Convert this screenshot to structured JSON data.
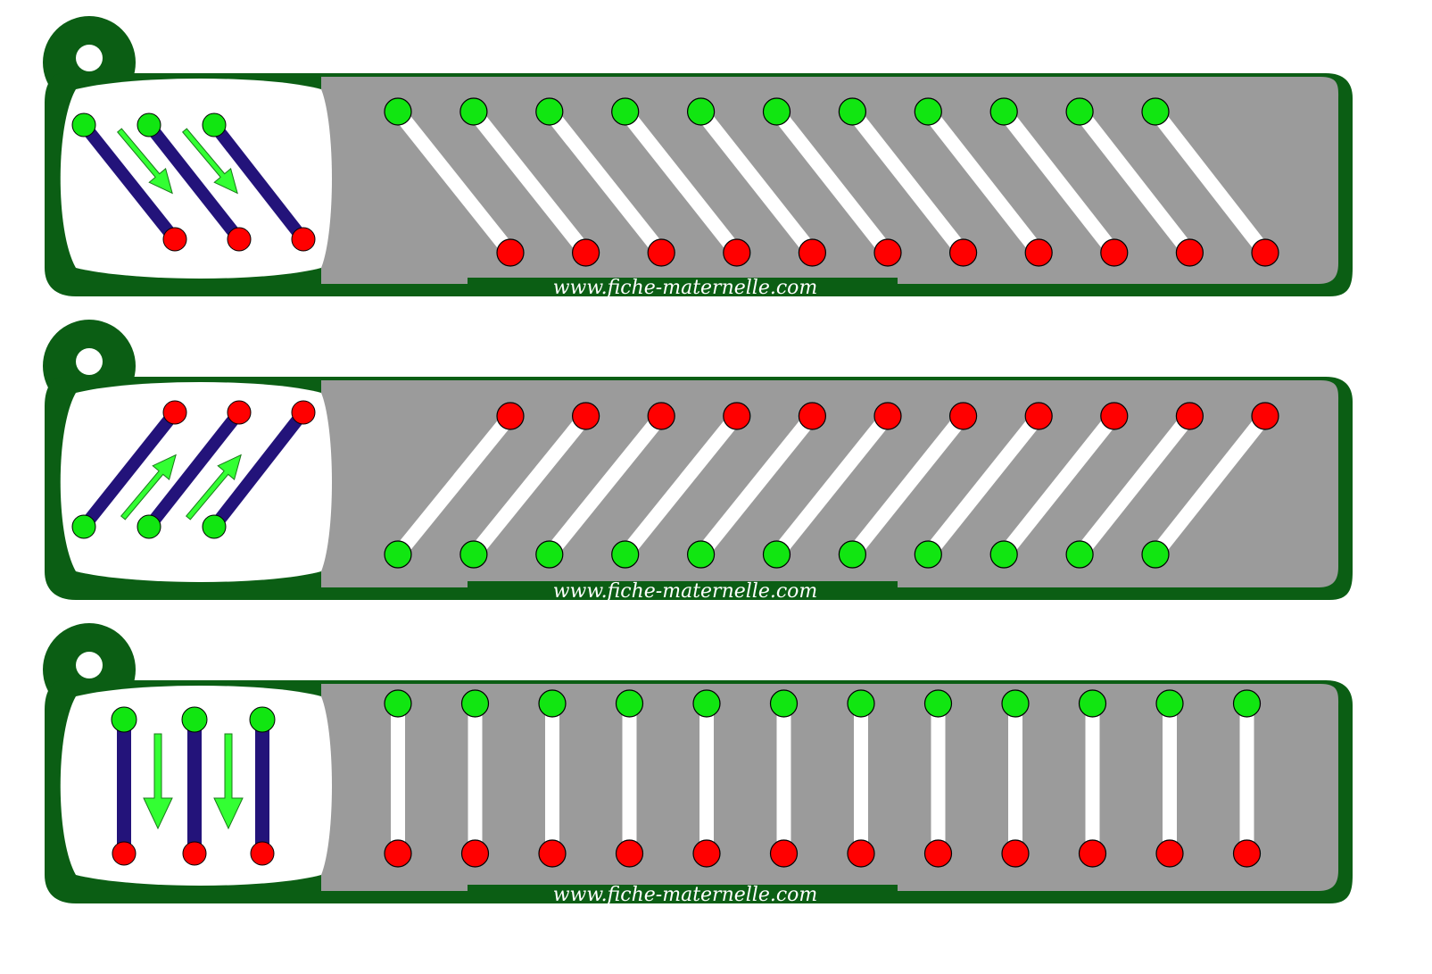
{
  "colors": {
    "frame": "#0b5e14",
    "track": "#9b9b9b",
    "card": "#ffffff",
    "start_dot": "#11e611",
    "end_dot": "#ff0000",
    "example_line": "#23137a",
    "arrow": "#33ff33",
    "stroke_path": "#ffffff"
  },
  "legend": {
    "start_dot": "green dot = start point",
    "end_dot": "red dot = end point"
  },
  "strips": [
    {
      "id": "strip-diagonal-down",
      "watermark": "www.fiche-maternelle.com",
      "stroke_direction": "diagonal top-left to bottom-right",
      "example_strokes": 3,
      "example_arrows": 2,
      "practice_strokes": 11,
      "tag_icon": "keyring-hole-icon",
      "arrow_icon": "arrow-down-right-icon"
    },
    {
      "id": "strip-diagonal-up",
      "watermark": "www.fiche-maternelle.com",
      "stroke_direction": "diagonal bottom-left to top-right",
      "example_strokes": 3,
      "example_arrows": 2,
      "practice_strokes": 11,
      "tag_icon": "keyring-hole-icon",
      "arrow_icon": "arrow-up-right-icon"
    },
    {
      "id": "strip-vertical-down",
      "watermark": "www.fiche-maternelle.com",
      "stroke_direction": "vertical top to bottom",
      "example_strokes": 3,
      "example_arrows": 2,
      "practice_strokes": 12,
      "tag_icon": "keyring-hole-icon",
      "arrow_icon": "arrow-down-icon"
    }
  ]
}
